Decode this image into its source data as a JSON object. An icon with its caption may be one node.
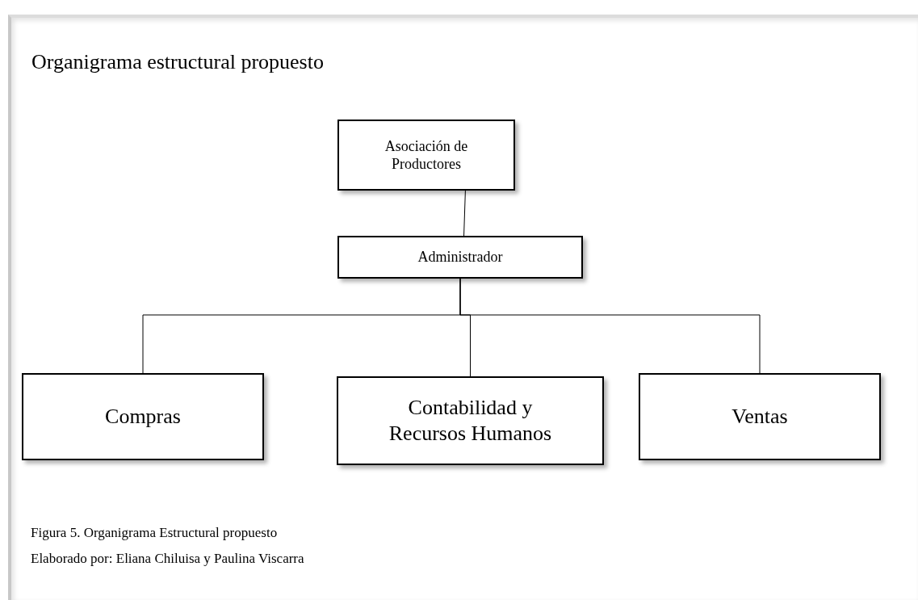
{
  "diagram": {
    "title": "Organigrama estructural propuesto",
    "caption": "Figura 5. Organigrama Estructural propuesto",
    "nodes": [
      {
        "text": [
          "Asociación de Productores"
        ]
      },
      {
        "text": [
          "Administrador"
        ]
      },
      {
        "text": [
          "Compras"
        ]
      },
      {
        "text": [
          "Contabilidad y Recursos Humanos"
        ]
      },
      {
        "text": [
          "Ventas"
        ]
      }
    ],
    "edges": [
      {
        "from": 0,
        "to": 1,
        "arrow": "none"
      },
      {
        "from": 1,
        "to": 2,
        "arrow": "none"
      },
      {
        "from": 1,
        "to": 3,
        "arrow": "none"
      },
      {
        "from": 1,
        "to": 4,
        "arrow": "none"
      }
    ],
    "labels": [
      "Elaborado por: Eliana Chiluisa y Paulina Viscarra"
    ]
  }
}
